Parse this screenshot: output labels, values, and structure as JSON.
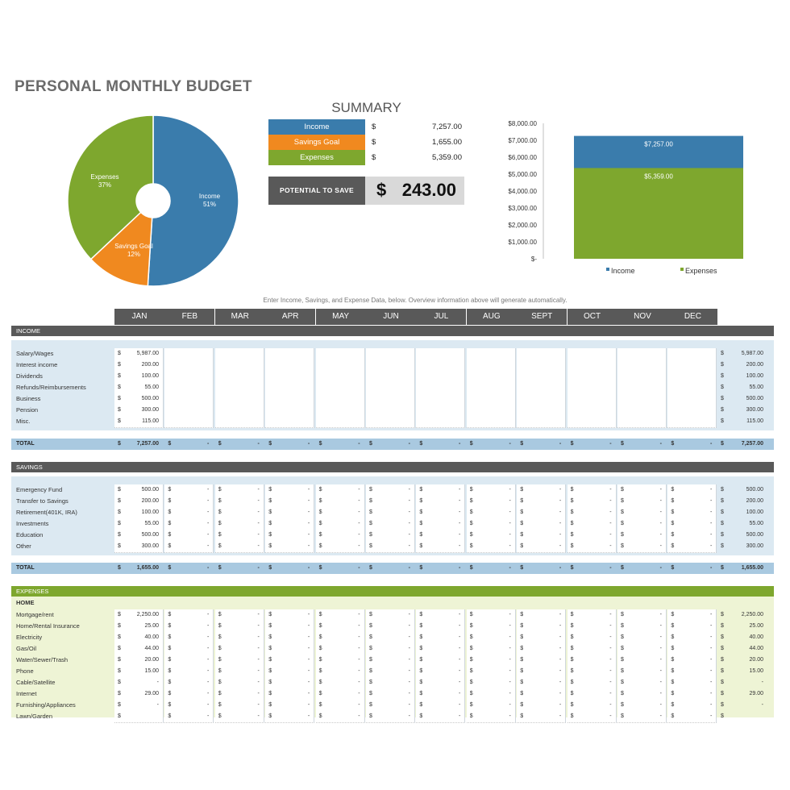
{
  "title": "PERSONAL MONTHLY BUDGET",
  "colors": {
    "income": "#3a7cac",
    "savings": "#f0891f",
    "expenses": "#7ea72e",
    "dark": "#595959",
    "band_blue": "#dce9f2",
    "band_green": "#eef4d5",
    "total_blue": "#a9c9e0"
  },
  "pie": {
    "slices": [
      {
        "label": "Income",
        "pct_label": "51%",
        "percent": 51
      },
      {
        "label": "Savings Goal",
        "pct_label": "12%",
        "percent": 12
      },
      {
        "label": "Expenses",
        "pct_label": "37%",
        "percent": 37
      }
    ]
  },
  "summary": {
    "title": "SUMMARY",
    "rows": [
      {
        "label": "Income",
        "currency": "$",
        "value": "7,257.00"
      },
      {
        "label": "Savings Goal",
        "currency": "$",
        "value": "1,655.00"
      },
      {
        "label": "Expenses",
        "currency": "$",
        "value": "5,359.00"
      }
    ],
    "potential_label": "POTENTIAL TO SAVE",
    "potential_currency": "$",
    "potential_value": "243.00"
  },
  "chart_data": {
    "type": "bar",
    "categories": [
      "Income",
      "Expenses"
    ],
    "series": [
      {
        "name": "Income",
        "values": [
          7257
        ]
      },
      {
        "name": "Expenses",
        "values": [
          5359
        ]
      }
    ],
    "data_labels": [
      "$7,257.00",
      "$5,359.00"
    ],
    "yticks": [
      "$8,000.00",
      "$7,000.00",
      "$6,000.00",
      "$5,000.00",
      "$4,000.00",
      "$3,000.00",
      "$2,000.00",
      "$1,000.00",
      "$-"
    ],
    "ylim": [
      0,
      8000
    ],
    "stacked_overlay": true,
    "legend": [
      "Income",
      "Expenses"
    ],
    "legend_position": "bottom"
  },
  "instructions": "Enter Income, Savings, and Expense Data, below.  Overview information above will generate automatically.",
  "months": [
    "JAN",
    "FEB",
    "MAR",
    "APR",
    "MAY",
    "JUN",
    "JUL",
    "AUG",
    "SEPT",
    "OCT",
    "NOV",
    "DEC"
  ],
  "income": {
    "header": "INCOME",
    "rows": [
      {
        "label": "Salary/Wages",
        "jan": "5,987.00",
        "total": "5,987.00"
      },
      {
        "label": "Interest income",
        "jan": "200.00",
        "total": "200.00"
      },
      {
        "label": "Dividends",
        "jan": "100.00",
        "total": "100.00"
      },
      {
        "label": "Refunds/Reimbursements",
        "jan": "55.00",
        "total": "55.00"
      },
      {
        "label": "Business",
        "jan": "500.00",
        "total": "500.00"
      },
      {
        "label": "Pension",
        "jan": "300.00",
        "total": "300.00"
      },
      {
        "label": "Misc.",
        "jan": "115.00",
        "total": "115.00"
      }
    ],
    "total_label": "TOTAL",
    "total_jan": "7,257.00",
    "total_year": "7,257.00"
  },
  "savings": {
    "header": "SAVINGS",
    "rows": [
      {
        "label": "Emergency Fund",
        "jan": "500.00",
        "total": "500.00"
      },
      {
        "label": "Transfer to Savings",
        "jan": "200.00",
        "total": "200.00"
      },
      {
        "label": "Retirement(401K, IRA)",
        "jan": "100.00",
        "total": "100.00"
      },
      {
        "label": "Investments",
        "jan": "55.00",
        "total": "55.00"
      },
      {
        "label": "Education",
        "jan": "500.00",
        "total": "500.00"
      },
      {
        "label": "Other",
        "jan": "300.00",
        "total": "300.00"
      }
    ],
    "total_label": "TOTAL",
    "total_jan": "1,655.00",
    "total_year": "1,655.00"
  },
  "expenses": {
    "header": "EXPENSES",
    "subheader": "HOME",
    "rows": [
      {
        "label": "Mortgage/rent",
        "jan": "2,250.00",
        "total": "2,250.00"
      },
      {
        "label": "Home/Rental Insurance",
        "jan": "25.00",
        "total": "25.00"
      },
      {
        "label": "Electricity",
        "jan": "40.00",
        "total": "40.00"
      },
      {
        "label": "Gas/Oil",
        "jan": "44.00",
        "total": "44.00"
      },
      {
        "label": "Water/Sewer/Trash",
        "jan": "20.00",
        "total": "20.00"
      },
      {
        "label": "Phone",
        "jan": "15.00",
        "total": "15.00"
      },
      {
        "label": "Cable/Satellite",
        "jan": "-",
        "total": "-"
      },
      {
        "label": "Internet",
        "jan": "29.00",
        "total": "29.00"
      },
      {
        "label": "Furnishing/Appliances",
        "jan": "-",
        "total": "-"
      },
      {
        "label": "Lawn/Garden",
        "jan": "",
        "total": ""
      }
    ]
  },
  "dash": "-",
  "currency": "$"
}
